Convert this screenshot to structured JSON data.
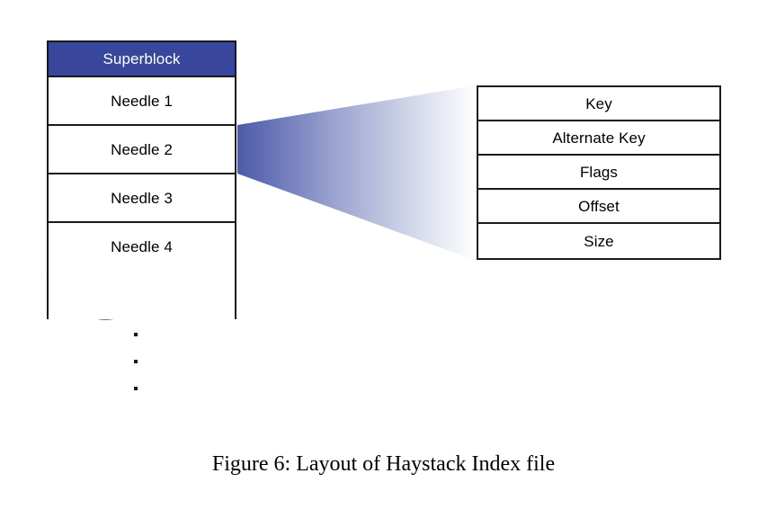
{
  "figure": {
    "caption": "Figure 6: Layout of Haystack Index file",
    "background_color": "#ffffff",
    "border_color": "#1a1a1a"
  },
  "index_file": {
    "title_row": {
      "label": "Superblock",
      "fill_color": "#38479b",
      "text_color": "#ffffff"
    },
    "needles": [
      {
        "label": "Needle 1"
      },
      {
        "label": "Needle 2"
      },
      {
        "label": "Needle 3"
      },
      {
        "label": "Needle 4"
      }
    ],
    "truncation": {
      "style": "torn-wavy-edge",
      "ellipsis": "vertical-three-dots",
      "dot_count": 3
    }
  },
  "needle_record": {
    "fields": [
      {
        "label": "Key"
      },
      {
        "label": "Alternate Key"
      },
      {
        "label": "Flags"
      },
      {
        "label": "Offset"
      },
      {
        "label": "Size"
      }
    ]
  },
  "expansion_cone": {
    "source_row": "Needle 2",
    "gradient_start_color": "#5b68b0",
    "gradient_end_color": "#fdfdff",
    "direction": "left-to-right"
  }
}
